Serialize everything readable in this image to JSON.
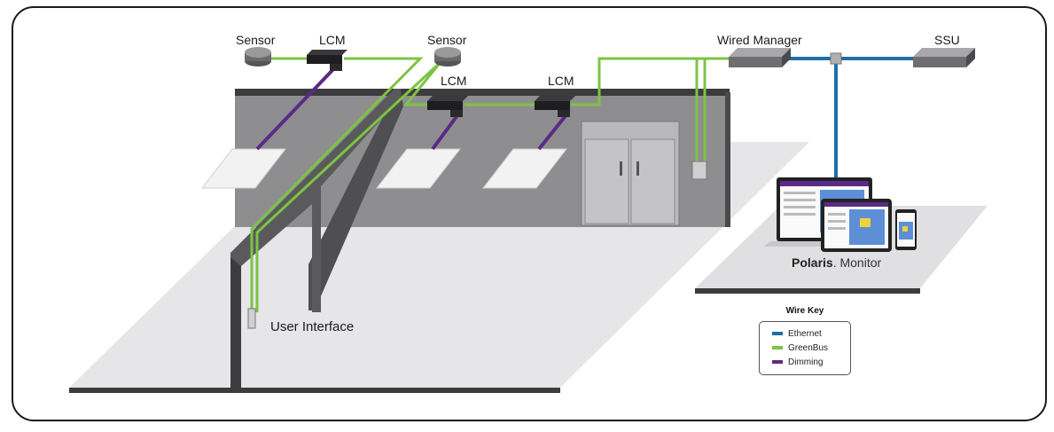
{
  "labels": {
    "sensor_left": "Sensor",
    "lcm_top": "LCM",
    "sensor_right": "Sensor",
    "lcm_mid_left": "LCM",
    "lcm_mid_right": "LCM",
    "wired_manager": "Wired Manager",
    "ssu": "SSU",
    "user_interface": "User Interface"
  },
  "polaris": {
    "brand": "Polaris",
    "product": "Monitor"
  },
  "wire_key": {
    "title": "Wire Key",
    "items": [
      {
        "label": "Ethernet",
        "color": "#1f6fa6"
      },
      {
        "label": "GreenBus",
        "color": "#7dc443"
      },
      {
        "label": "Dimming",
        "color": "#5b2a86"
      }
    ]
  },
  "colors": {
    "greenbus": "#7dc443",
    "dimming": "#5b2a86",
    "ethernet": "#1f6fa6",
    "wall": "#8a8a8d",
    "floor": "#e6e6e8"
  }
}
